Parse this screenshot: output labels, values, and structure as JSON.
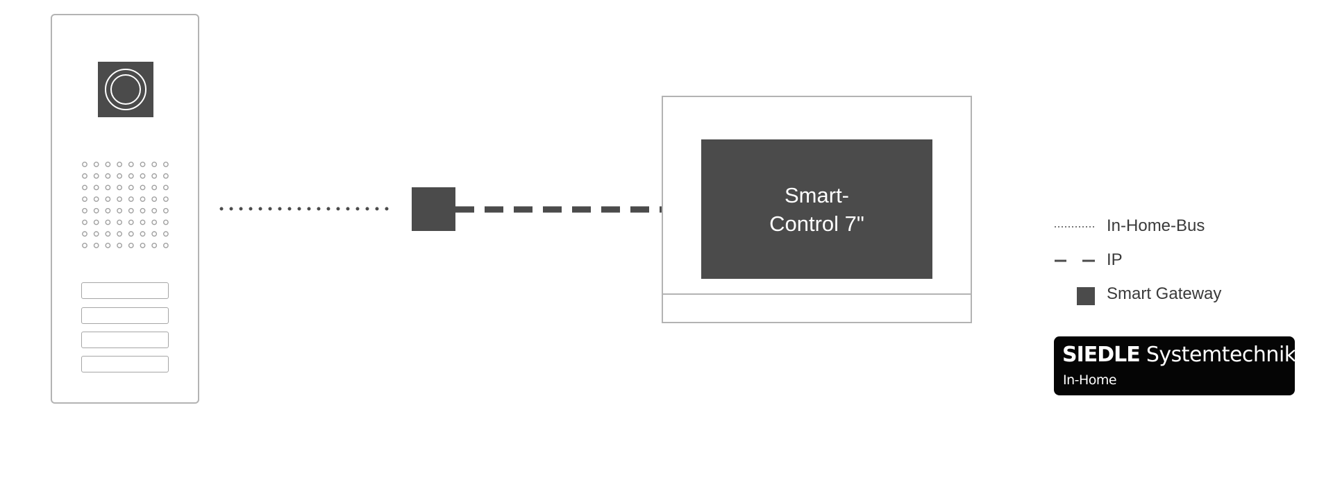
{
  "monitor": {
    "screen_line1": "Smart-",
    "screen_line2": "Control 7\""
  },
  "legend": {
    "bus_label": "In-Home-Bus",
    "ip_label": "IP",
    "gateway_label": "Smart Gateway"
  },
  "logo": {
    "brand_bold": "SIEDLE",
    "brand_light": "Systemtechnik",
    "sub": "In-Home"
  },
  "colors": {
    "dark_fill": "#4b4b4b",
    "outline": "#b3b3b3",
    "logo_bg": "#050505"
  }
}
